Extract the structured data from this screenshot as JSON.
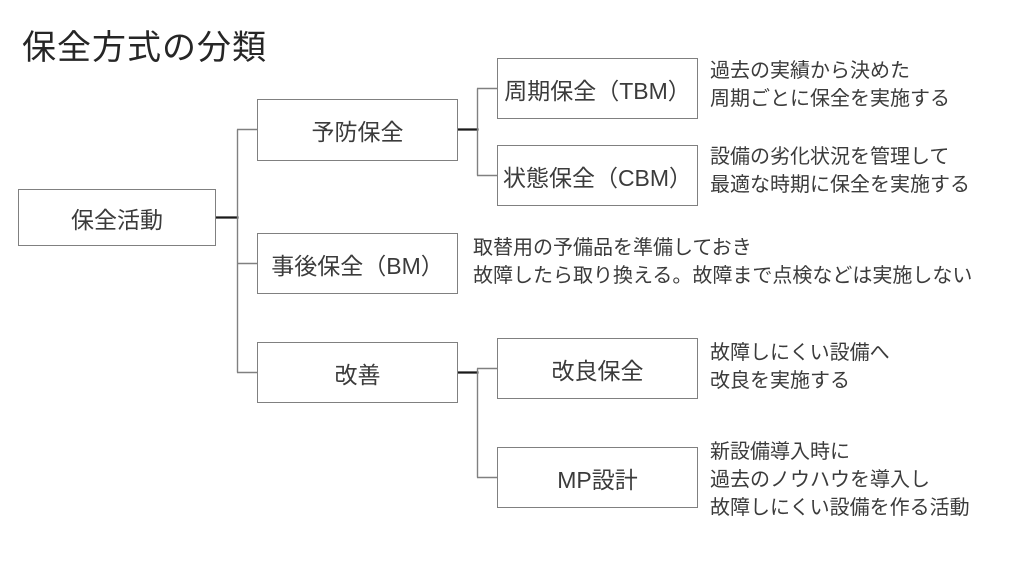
{
  "slide": {
    "title": "保全方式の分類"
  },
  "colors": {
    "background": "#ffffff",
    "box_border": "#808080",
    "connector_bracket": "#808080",
    "connector_stub": "#1a1a1a",
    "text": "#3b3b3b",
    "title_text": "#262626"
  },
  "tree": {
    "root": {
      "label": "保全活動"
    },
    "preventive": {
      "label": "予防保全"
    },
    "periodic": {
      "label": "周期保全（TBM）"
    },
    "condition": {
      "label": "状態保全（CBM）"
    },
    "breakdown": {
      "label": "事後保全（BM）"
    },
    "improvement": {
      "label": "改善"
    },
    "corrective": {
      "label": "改良保全"
    },
    "mp_design": {
      "label": "MP設計"
    }
  },
  "descriptions": {
    "periodic": {
      "line1": "過去の実績から決めた",
      "line2": "周期ごとに保全を実施する"
    },
    "condition": {
      "line1": "設備の劣化状況を管理して",
      "line2": "最適な時期に保全を実施する"
    },
    "breakdown": {
      "line1": "取替用の予備品を準備しておき",
      "line2": "故障したら取り換える。故障まで点検などは実施しない"
    },
    "corrective": {
      "line1": "故障しにくい設備へ",
      "line2": "改良を実施する"
    },
    "mp_design": {
      "line1": "新設備導入時に",
      "line2": "過去のノウハウを導入し",
      "line3": "故障しにくい設備を作る活動"
    }
  }
}
